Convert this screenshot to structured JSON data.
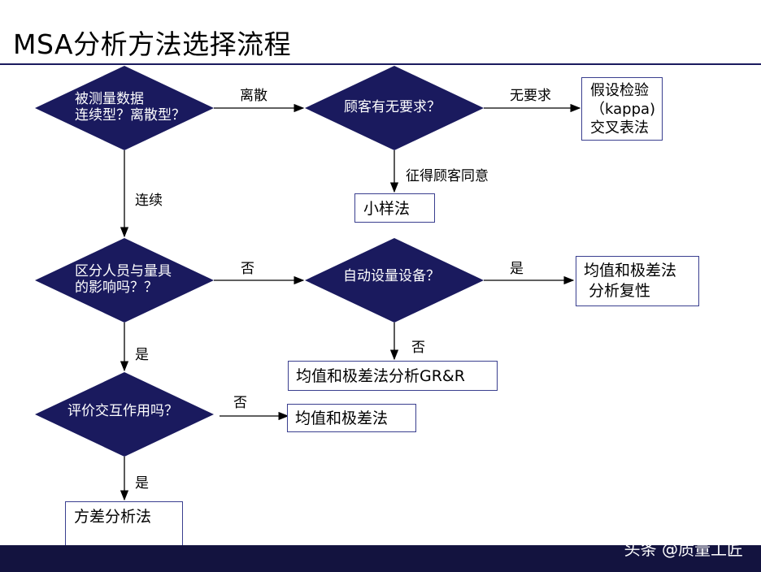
{
  "title": "MSA分析方法选择流程",
  "decisions": {
    "d1_line1": "被测量数据",
    "d1_line2": "连续型？离散型？",
    "d2": "顾客有无要求？",
    "d3_line1": "区分人员与量具",
    "d3_line2": "的影响吗？？",
    "d4": "自动设量设备？",
    "d5": "评价交互作用吗？"
  },
  "edge_labels": {
    "discrete": "离散",
    "continuous": "连续",
    "no_requirement": "无要求",
    "customer_agree": "征得顾客同意",
    "no_1": "否",
    "yes_1": "是",
    "no_2": "否",
    "yes_2": "是",
    "no_3": "否",
    "yes_3": "是"
  },
  "results": {
    "hypothesis_line1": "假设检验",
    "hypothesis_line2": "（kappa)",
    "hypothesis_line3": "交叉表法",
    "small_sample": "小样法",
    "mean_range_line1": "均值和极差法",
    "mean_range_line2": "分析复性",
    "mean_range_grr": "均值和极差法分析GR&R",
    "mean_range": "均值和极差法",
    "anova": "方差分析法"
  },
  "watermark": "头条 @质量工匠",
  "colors": {
    "diamond": "#1a1a5e",
    "box_border": "#3a3f8f",
    "footer": "#13133f",
    "rule": "#1a1a5e"
  }
}
